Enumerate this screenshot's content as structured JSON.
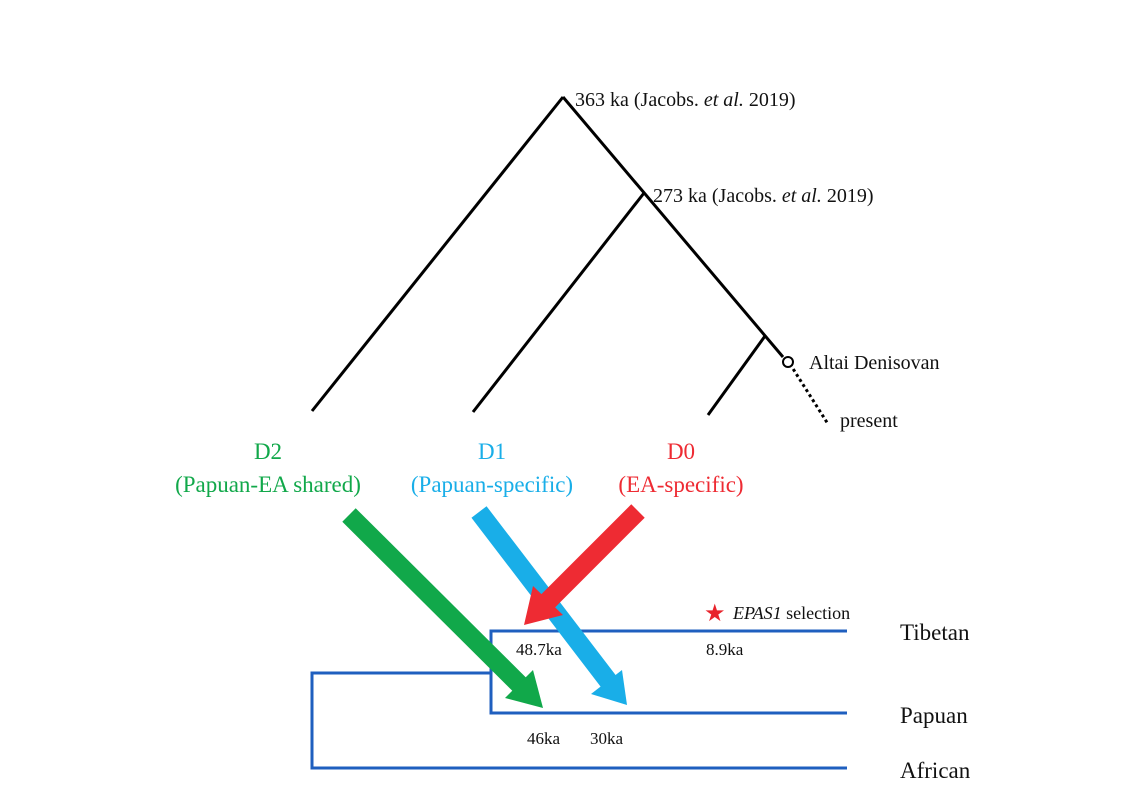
{
  "tree": {
    "root_node_label": {
      "pre": "363 ka (Jacobs. ",
      "italic": "et al.",
      "post": " 2019)"
    },
    "inner_node_label": {
      "pre": "273 ka (Jacobs. ",
      "italic": "et al.",
      "post": " 2019)"
    },
    "altai_label": "Altai Denisovan",
    "present_label": "present",
    "clades": [
      {
        "code": "D2",
        "desc": "(Papuan-EA shared)",
        "color": "#11a84a"
      },
      {
        "code": "D1",
        "desc": "(Papuan-specific)",
        "color": "#19aee8"
      },
      {
        "code": "D0",
        "desc": "(EA-specific)",
        "color": "#ee2b33"
      }
    ]
  },
  "population_tree": {
    "line_color": "#1f5fbf",
    "populations": [
      "Tibetan",
      "Papuan",
      "African"
    ],
    "split_label": "48.7ka",
    "selection_time_label": "8.9ka",
    "papuan_times": [
      "46ka",
      "30ka"
    ],
    "selection": {
      "star": "★",
      "star_color": "#e8232b",
      "gene": "EPAS1",
      "text": " selection"
    }
  }
}
